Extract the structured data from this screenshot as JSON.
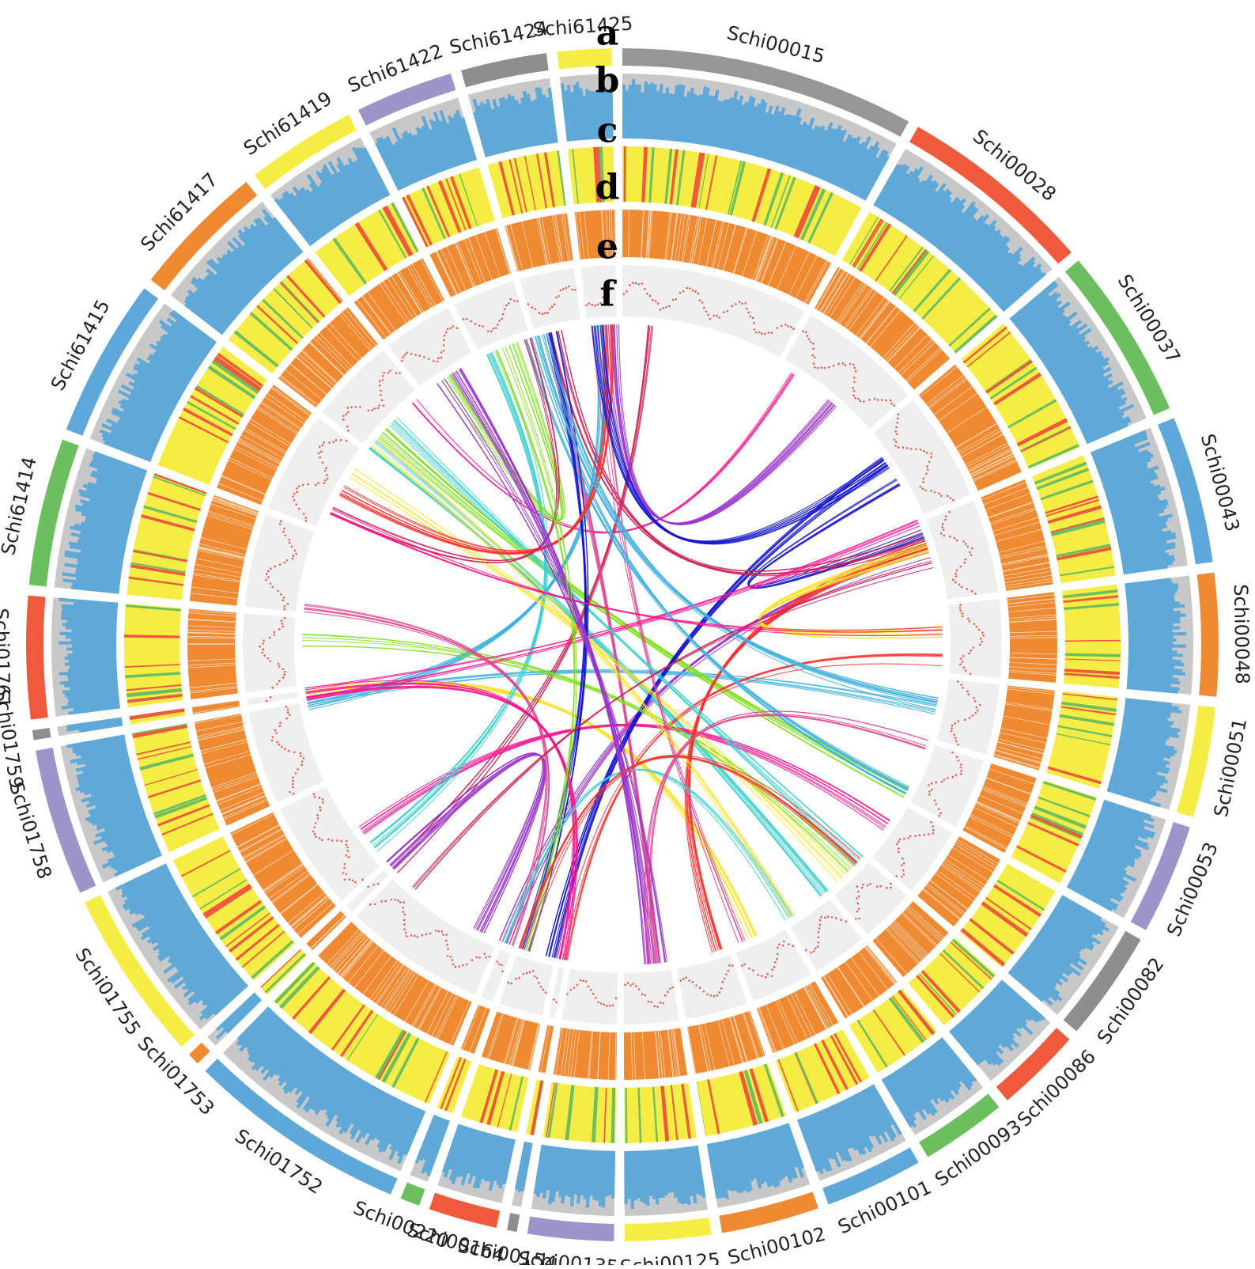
{
  "diagram": {
    "type": "circos-genome-plot",
    "track_letters": [
      "a",
      "b",
      "c",
      "d",
      "e",
      "f"
    ],
    "scaffolds": [
      {
        "name": "Schi00015",
        "size": 12,
        "color": "#969696"
      },
      {
        "name": "Schi00028",
        "size": 8,
        "color": "#f05a3c"
      },
      {
        "name": "Schi00037",
        "size": 7,
        "color": "#6cbf5f"
      },
      {
        "name": "Schi00043",
        "size": 6,
        "color": "#5da8d8"
      },
      {
        "name": "Schi00048",
        "size": 5,
        "color": "#f08a32"
      },
      {
        "name": "Schi00051",
        "size": 4.5,
        "color": "#f5ec45"
      },
      {
        "name": "Schi00053",
        "size": 4.5,
        "color": "#9d95c9"
      },
      {
        "name": "Schi00082",
        "size": 4.5,
        "color": "#8e8e8e"
      },
      {
        "name": "Schi00086",
        "size": 3.5,
        "color": "#f05a3c"
      },
      {
        "name": "Schi00093",
        "size": 3.5,
        "color": "#6cbf5f"
      },
      {
        "name": "Schi00101",
        "size": 4,
        "color": "#5da8d8"
      },
      {
        "name": "Schi00102",
        "size": 4,
        "color": "#f08a32"
      },
      {
        "name": "Schi00125",
        "size": 3.5,
        "color": "#f5ec45"
      },
      {
        "name": "Schi00135",
        "size": 3.5,
        "color": "#9d95c9"
      },
      {
        "name": "Schi00154",
        "size": 0.4,
        "color": "#8e8e8e"
      },
      {
        "name": "Schi00164",
        "size": 2.8,
        "color": "#f05a3c"
      },
      {
        "name": "Schi00220",
        "size": 0.8,
        "color": "#6cbf5f"
      },
      {
        "name": "Schi01752",
        "size": 9,
        "color": "#5da8d8"
      },
      {
        "name": "Schi01753",
        "size": 0.5,
        "color": "#f08a32"
      },
      {
        "name": "Schi01755",
        "size": 7,
        "color": "#f5ec45"
      },
      {
        "name": "Schi01758",
        "size": 6,
        "color": "#9d95c9"
      },
      {
        "name": "Schi01759",
        "size": 0.4,
        "color": "#8e8e8e"
      },
      {
        "name": "Schi01761",
        "size": 5,
        "color": "#f05a3c"
      },
      {
        "name": "Schi61414",
        "size": 6,
        "color": "#6cbf5f"
      },
      {
        "name": "Schi61415",
        "size": 6.5,
        "color": "#5da8d8"
      },
      {
        "name": "Schi61417",
        "size": 5.5,
        "color": "#f08a32"
      },
      {
        "name": "Schi61419",
        "size": 4.5,
        "color": "#f5ec45"
      },
      {
        "name": "Schi61422",
        "size": 4,
        "color": "#9d95c9"
      },
      {
        "name": "Schi61424",
        "size": 3.5,
        "color": "#8e8e8e"
      },
      {
        "name": "Schi61425",
        "size": 2.2,
        "color": "#f5ec45"
      }
    ],
    "link_colors": [
      "#ff1493",
      "#9933cc",
      "#40d0d0",
      "#3fb0e0",
      "#1010d0",
      "#80e020",
      "#ffe020",
      "#ff3030",
      "#cc2255",
      "#e0448f"
    ],
    "track_colors": {
      "gc_fill": "#5fa9d8",
      "gc_shadow": "#c8c8c8",
      "heat_base": "#f5ec45",
      "heat_red": "#f05a3c",
      "heat_green": "#6cbf5f",
      "density_fill": "#f08a32",
      "scatter_bg": "#efefef",
      "scatter_dot": "#e8604c"
    }
  }
}
